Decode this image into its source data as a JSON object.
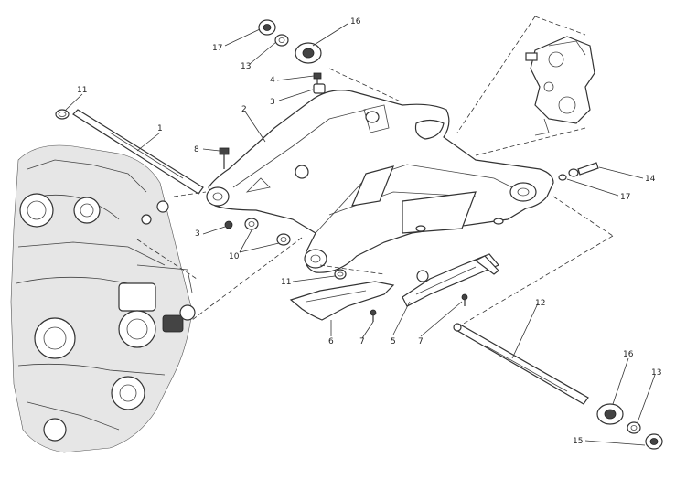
{
  "callouts": [
    {
      "id": "c1",
      "label": "1"
    },
    {
      "id": "c2",
      "label": "2"
    },
    {
      "id": "c3a",
      "label": "3"
    },
    {
      "id": "c3b",
      "label": "3"
    },
    {
      "id": "c4",
      "label": "4"
    },
    {
      "id": "c5",
      "label": "5"
    },
    {
      "id": "c6",
      "label": "6"
    },
    {
      "id": "c7a",
      "label": "7"
    },
    {
      "id": "c7b",
      "label": "7"
    },
    {
      "id": "c8",
      "label": "8"
    },
    {
      "id": "c10",
      "label": "10"
    },
    {
      "id": "c11a",
      "label": "11"
    },
    {
      "id": "c11b",
      "label": "11"
    },
    {
      "id": "c12",
      "label": "12"
    },
    {
      "id": "c13a",
      "label": "13"
    },
    {
      "id": "c13b",
      "label": "13"
    },
    {
      "id": "c14",
      "label": "14"
    },
    {
      "id": "c15",
      "label": "15"
    },
    {
      "id": "c16a",
      "label": "16"
    },
    {
      "id": "c16b",
      "label": "16"
    },
    {
      "id": "c17a",
      "label": "17"
    },
    {
      "id": "c17b",
      "label": "17"
    }
  ]
}
